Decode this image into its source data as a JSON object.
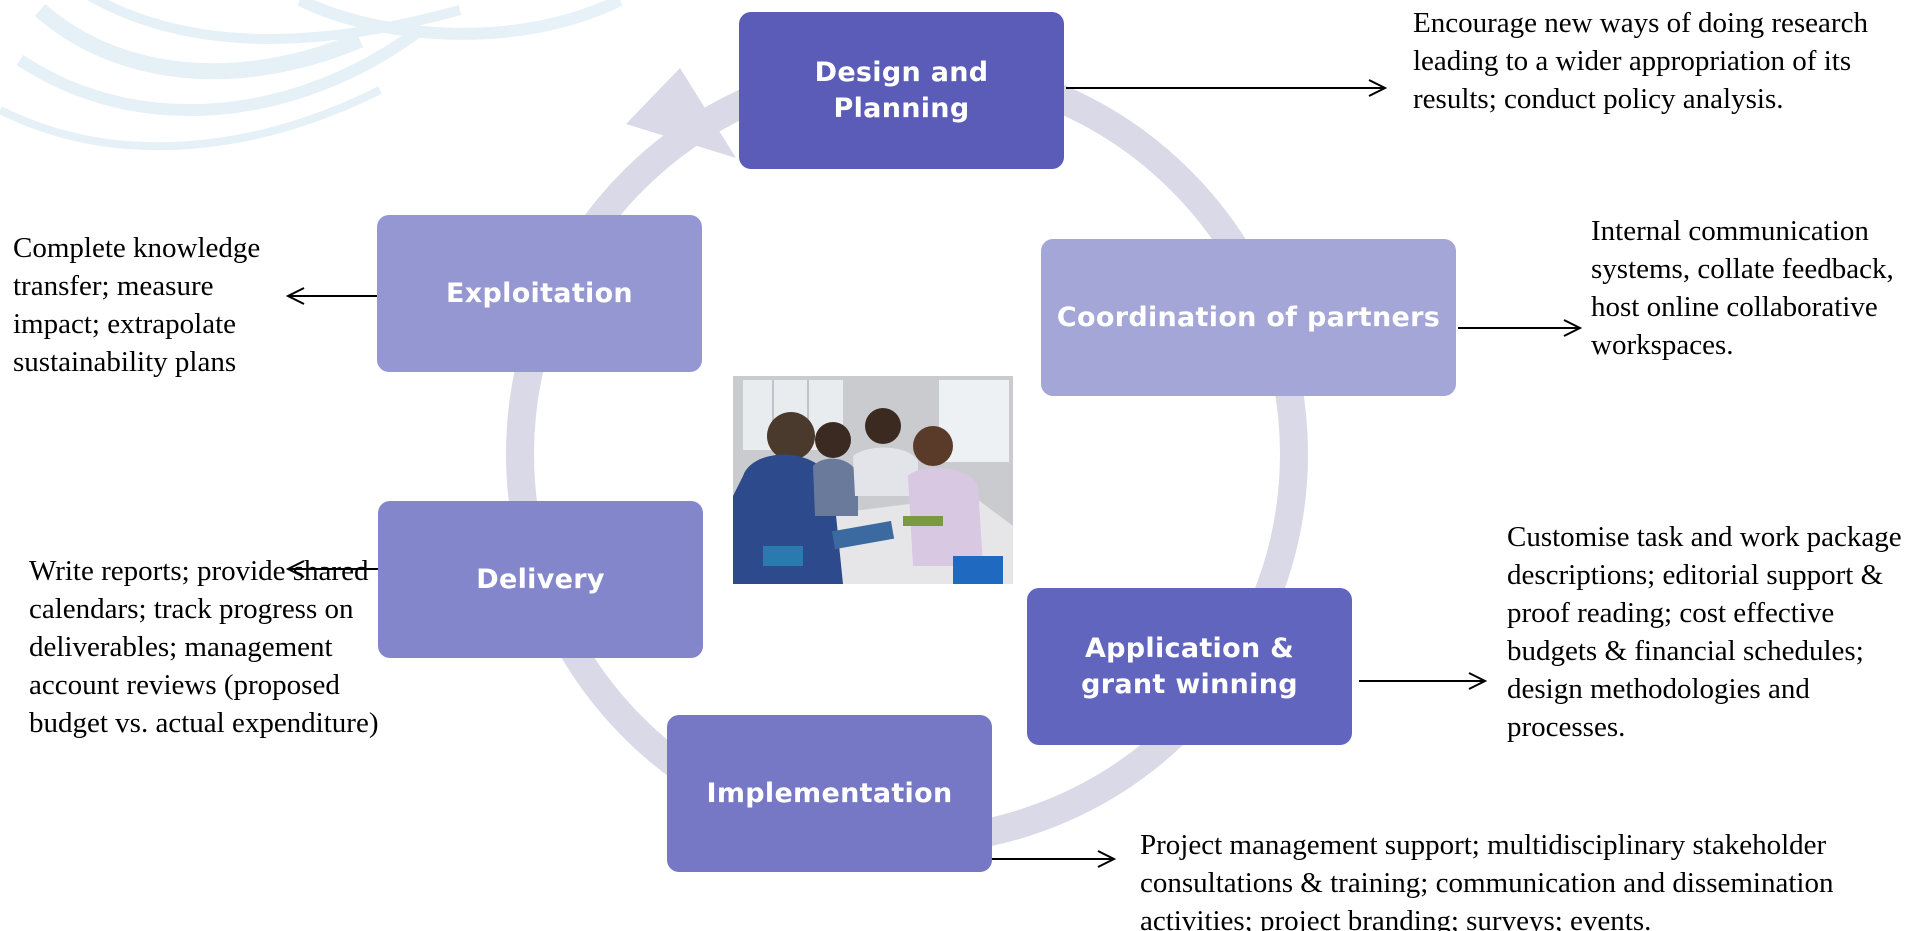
{
  "colors": {
    "cycle_ring": "#d9d9e8",
    "arrow_line": "#000000",
    "description_text": "#000000"
  },
  "cycle": {
    "design_and_planning": {
      "label": "Design and Planning",
      "color": "#5a5cb8"
    },
    "coordination_of_partners": {
      "label": "Coordination of partners",
      "color": "#a4a6d8"
    },
    "application_and_grant_winning": {
      "label": "Application & grant winning",
      "color": "#6265be"
    },
    "implementation": {
      "label": "Implementation",
      "color": "#7678c6"
    },
    "delivery": {
      "label": "Delivery",
      "color": "#8486cc"
    },
    "exploitation": {
      "label": "Exploitation",
      "color": "#9597d2"
    }
  },
  "descriptions": {
    "design_and_planning": "Encourage new ways of doing research leading to a wider appropriation of its results; conduct policy analysis.",
    "coordination_of_partners": "Internal communication systems, collate feedback, host online collaborative workspaces.",
    "application_and_grant_winning": "Customise task and work package descriptions; editorial support & proof reading; cost effective budgets & financial schedules; design methodologies and processes.",
    "implementation": "Project management support; multidisciplinary stakeholder consultations & training; communication and dissemination activities; project branding; surveys; events.",
    "delivery": "Write reports; provide shared calendars; track progress on deliverables; management account reviews (proposed budget vs. actual expenditure)",
    "exploitation": "Complete knowledge transfer; measure impact; extrapolate sustainability plans"
  },
  "photo": {
    "icon": "team-meeting-photo"
  }
}
